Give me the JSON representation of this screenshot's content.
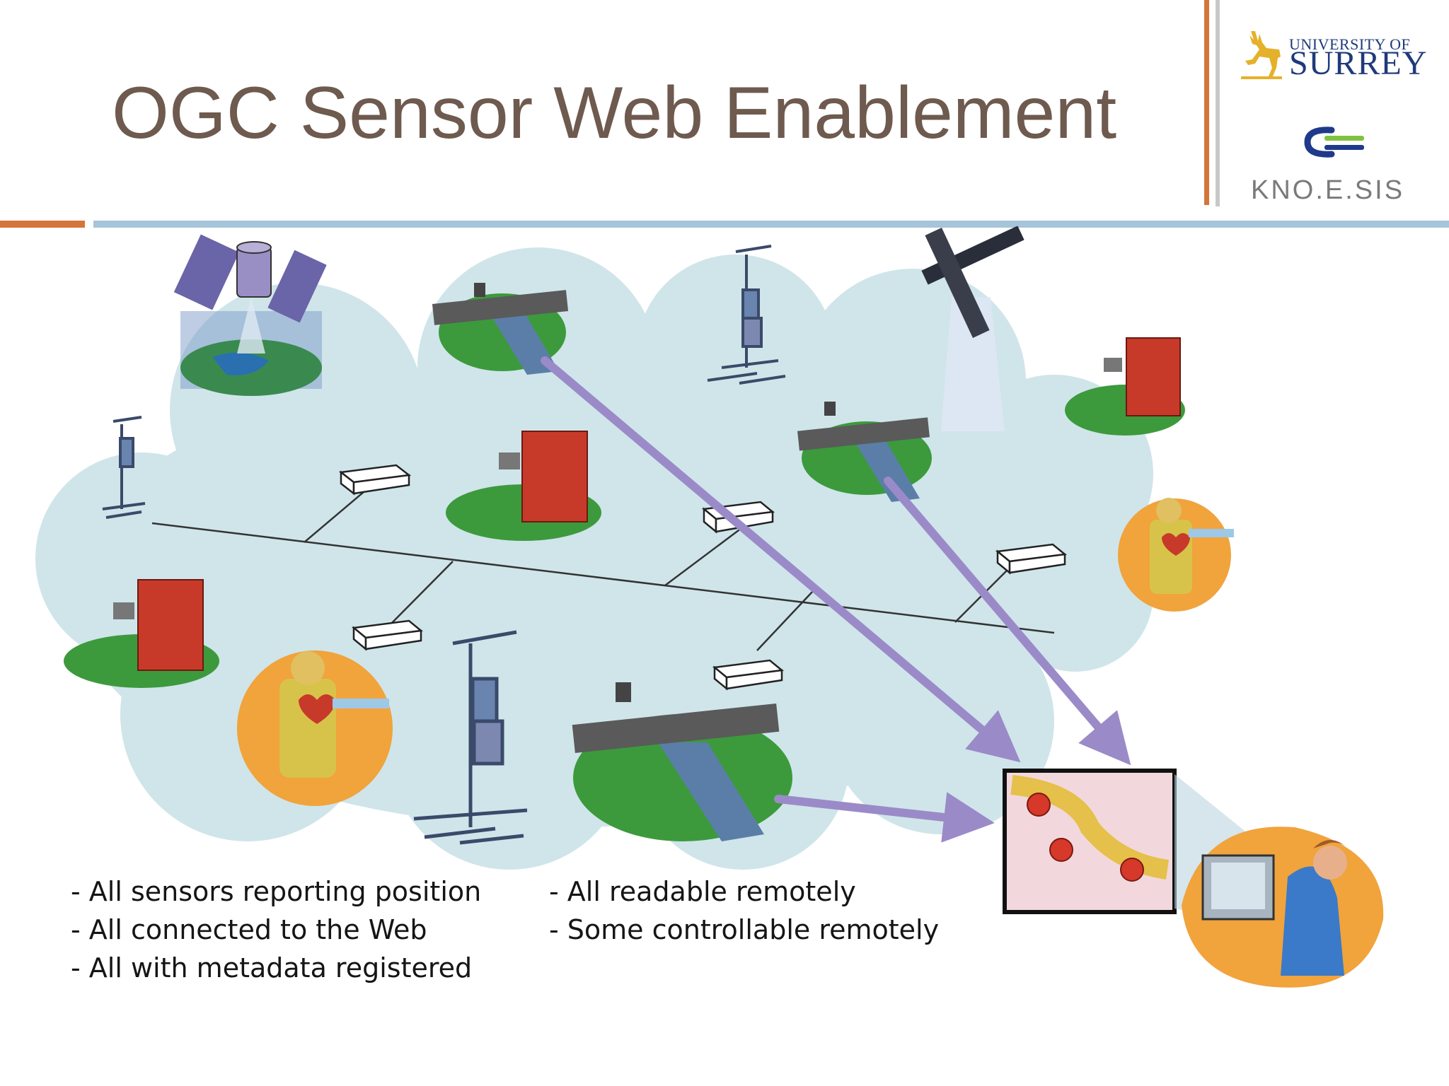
{
  "slide": {
    "title": "OGC Sensor Web Enablement"
  },
  "logos": {
    "surrey_line1": "UNIVERSITY OF",
    "surrey_line2": "SURREY",
    "knoesis": "KNO.E.SIS"
  },
  "bullets_left": [
    "- All sensors reporting position",
    "- All connected to the Web",
    "- All with metadata registered"
  ],
  "bullets_right": [
    "- All readable remotely",
    "- Some controllable remotely"
  ],
  "colors": {
    "title": "#6e5a4e",
    "accent_orange": "#d4763a",
    "accent_blue": "#a6c4da",
    "cloud": "#cfe5ea",
    "arrow": "#9b8ac8",
    "building": "#c73a2a",
    "ground": "#3c9a3c"
  }
}
